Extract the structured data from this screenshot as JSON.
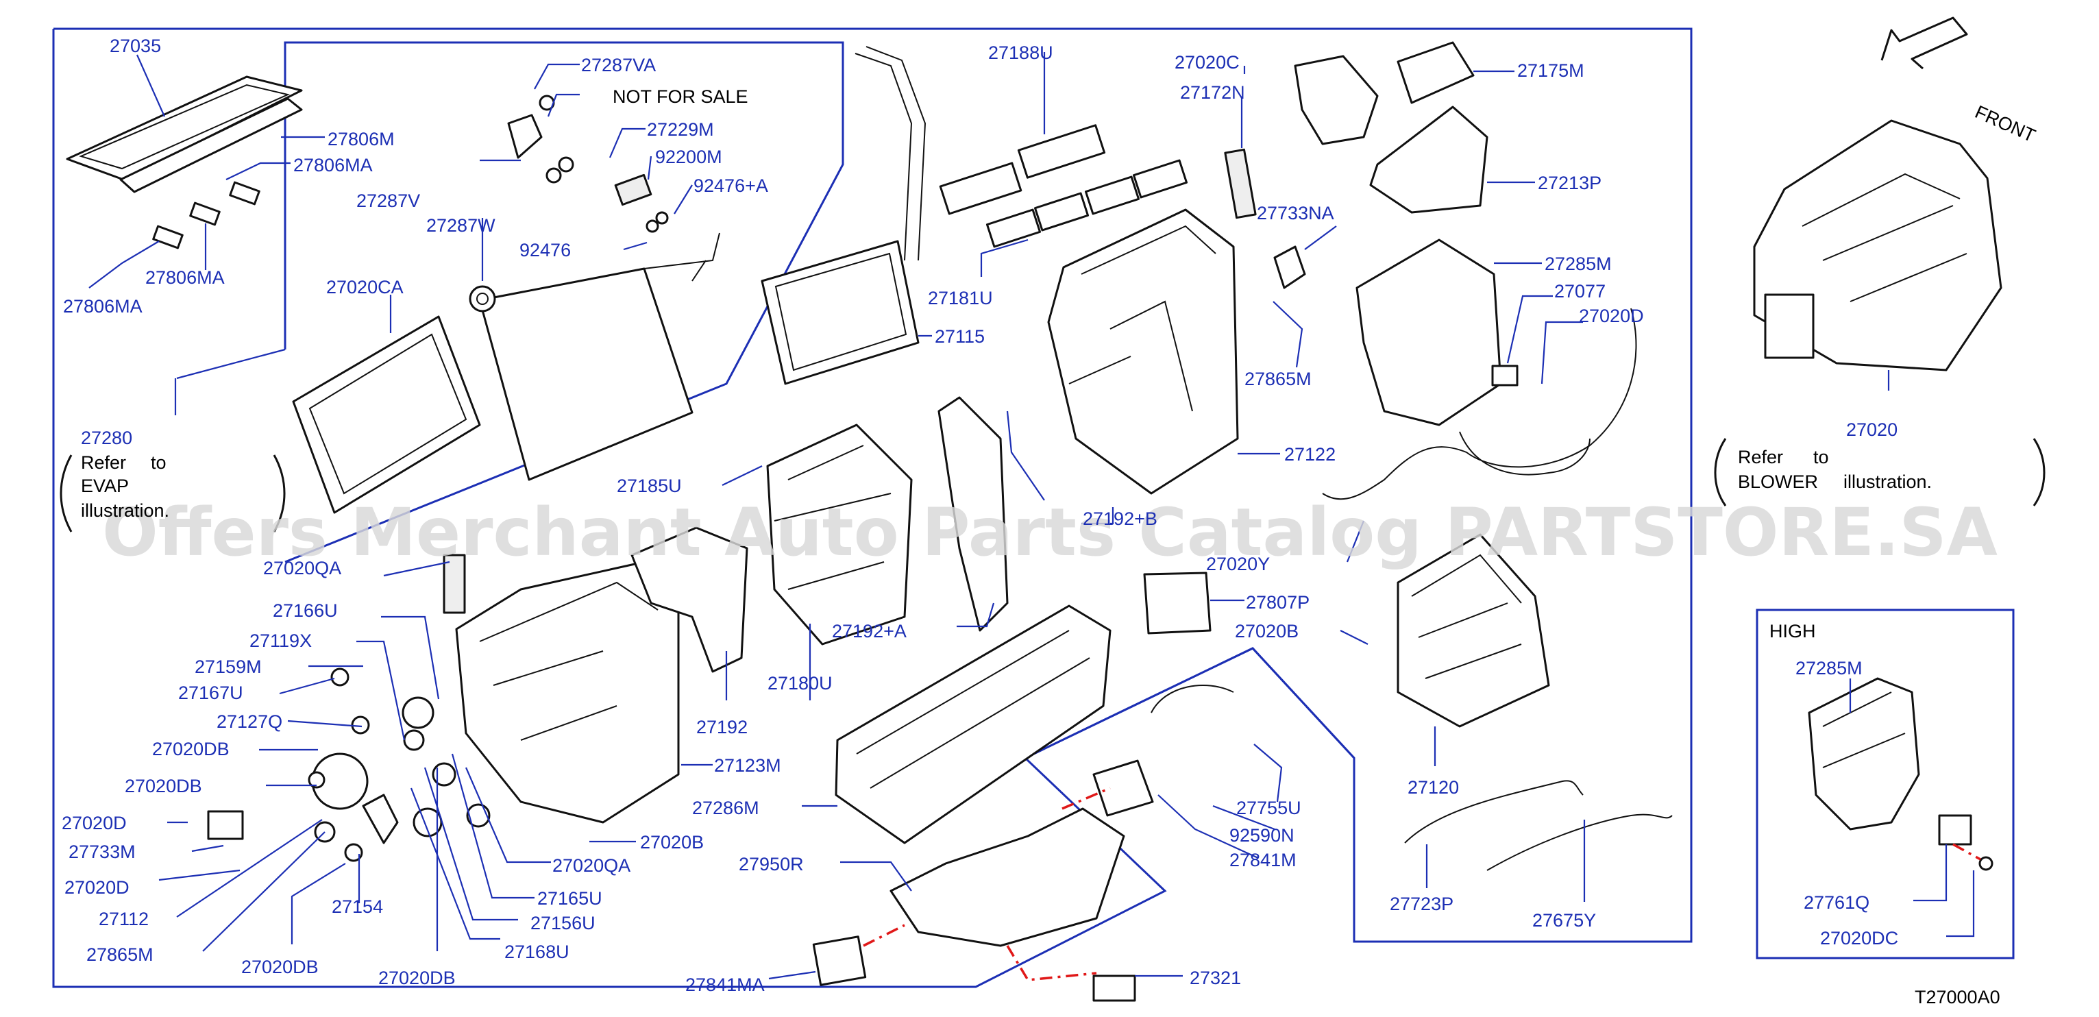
{
  "diagram_code": "T27000A0",
  "watermark": "Offers Merchant Auto Parts Catalog PARTSTORE.SA",
  "front_label": "FRONT",
  "not_for_sale": "NOT FOR SALE",
  "refer_evap": [
    "27280",
    "Refer",
    "to",
    "EVAP",
    "illustration."
  ],
  "refer_blower": [
    "Refer",
    "to",
    "BLOWER",
    "illustration."
  ],
  "high_label": "HIGH",
  "labels": {
    "p27035": "27035",
    "p27806M": "27806M",
    "p27806MA_a": "27806MA",
    "p27806MA_b": "27806MA",
    "p27806MA_c": "27806MA",
    "p27287VA": "27287VA",
    "p27287V": "27287V",
    "p27229M": "27229M",
    "p92200M": "92200M",
    "p92476A": "92476+A",
    "p27287W": "27287W",
    "p92476": "92476",
    "p27020CA": "27020CA",
    "p27188U": "27188U",
    "p27181U": "27181U",
    "p27115": "27115",
    "p27020C": "27020C",
    "p27172N": "27172N",
    "p27175M": "27175M",
    "p27213P": "27213P",
    "p27733NA": "27733NA",
    "p27285M": "27285M",
    "p27077": "27077",
    "p27020D_top": "27020D",
    "p27865M_top": "27865M",
    "p27122": "27122",
    "p27020": "27020",
    "p27185U": "27185U",
    "p27192B": "27192+B",
    "p27020Y": "27020Y",
    "p27020QA_top": "27020QA",
    "p27166U": "27166U",
    "p27119X": "27119X",
    "p27159M": "27159M",
    "p27167U": "27167U",
    "p27127Q": "27127Q",
    "p27020DB_a": "27020DB",
    "p27020DB_b": "27020DB",
    "p27020D_a": "27020D",
    "p27733M": "27733M",
    "p27020D_b": "27020D",
    "p27112": "27112",
    "p27865M": "27865M",
    "p27020DB_c": "27020DB",
    "p27154": "27154",
    "p27020DB_d": "27020DB",
    "p27168U": "27168U",
    "p27156U": "27156U",
    "p27165U": "27165U",
    "p27020QA": "27020QA",
    "p27020B_low": "27020B",
    "p27123M": "27123M",
    "p27192": "27192",
    "p27180U": "27180U",
    "p27192A": "27192+A",
    "p27807P": "27807P",
    "p27020B": "27020B",
    "p27286M": "27286M",
    "p27755U": "27755U",
    "p92590N": "92590N",
    "p27841M": "27841M",
    "p27950R": "27950R",
    "p27841MA": "27841MA",
    "p27321": "27321",
    "p27120": "27120",
    "p27723P": "27723P",
    "p27675Y": "27675Y",
    "p27285M_hi": "27285M",
    "p27761Q": "27761Q",
    "p27020DC": "27020DC"
  }
}
